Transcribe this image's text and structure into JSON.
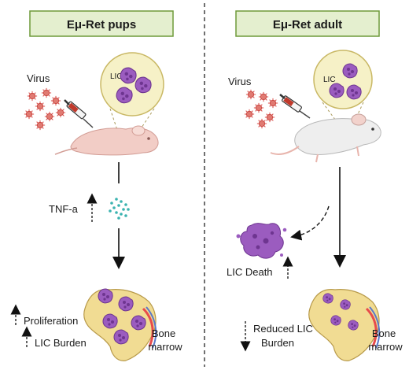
{
  "left_panel": {
    "title": "Eμ-Ret pups",
    "virus_label": "Virus",
    "lic_label": "LIC",
    "cytokine_label": "TNF-a",
    "bone_label_1": "Bone",
    "bone_label_2": "marrow",
    "outcome_1": "Proliferation",
    "outcome_2": "LIC Burden"
  },
  "right_panel": {
    "title": "Eμ-Ret adult",
    "virus_label": "Virus",
    "lic_label": "LIC",
    "death_label": "LIC Death",
    "bone_label_1": "Bone",
    "bone_label_2": "marrow",
    "outcome_1": "Reduced LIC",
    "outcome_2": "Burden"
  },
  "colors": {
    "title_box_fill": "#e4efcf",
    "title_box_border": "#6f9a3a",
    "virus": "#d9534f",
    "lic_cell": "#8e4fb0",
    "zoom_circle": "#f6f1c7",
    "mouse_pup": "#f2cdc6",
    "mouse_adult": "#eeeeee",
    "cytokine_dots": "#3bb3b0",
    "bone": "#f1dc93"
  }
}
